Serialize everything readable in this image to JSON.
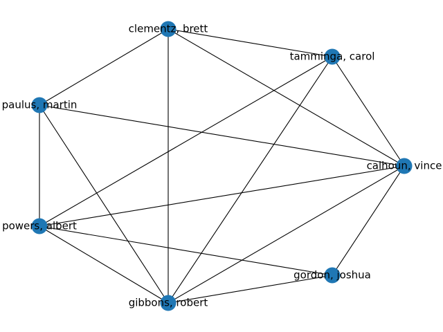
{
  "graph": {
    "node_color": "#1f77b4",
    "edge_color": "#000000",
    "nodes": [
      {
        "id": "clementz",
        "label": "clementz, brett"
      },
      {
        "id": "tamminga",
        "label": "tamminga, carol"
      },
      {
        "id": "paulus",
        "label": "paulus, martin"
      },
      {
        "id": "calhoun",
        "label": "calhoun, vince"
      },
      {
        "id": "powers",
        "label": "powers, albert"
      },
      {
        "id": "gordon",
        "label": "gordon, joshua"
      },
      {
        "id": "gibbons",
        "label": "gibbons, robert"
      }
    ],
    "edges": [
      [
        "clementz",
        "tamminga"
      ],
      [
        "clementz",
        "paulus"
      ],
      [
        "clementz",
        "calhoun"
      ],
      [
        "clementz",
        "gibbons"
      ],
      [
        "tamminga",
        "calhoun"
      ],
      [
        "tamminga",
        "powers"
      ],
      [
        "tamminga",
        "gibbons"
      ],
      [
        "paulus",
        "calhoun"
      ],
      [
        "paulus",
        "powers"
      ],
      [
        "paulus",
        "gibbons"
      ],
      [
        "calhoun",
        "powers"
      ],
      [
        "calhoun",
        "gordon"
      ],
      [
        "calhoun",
        "gibbons"
      ],
      [
        "powers",
        "gordon"
      ],
      [
        "powers",
        "gibbons"
      ],
      [
        "gordon",
        "gibbons"
      ]
    ]
  }
}
